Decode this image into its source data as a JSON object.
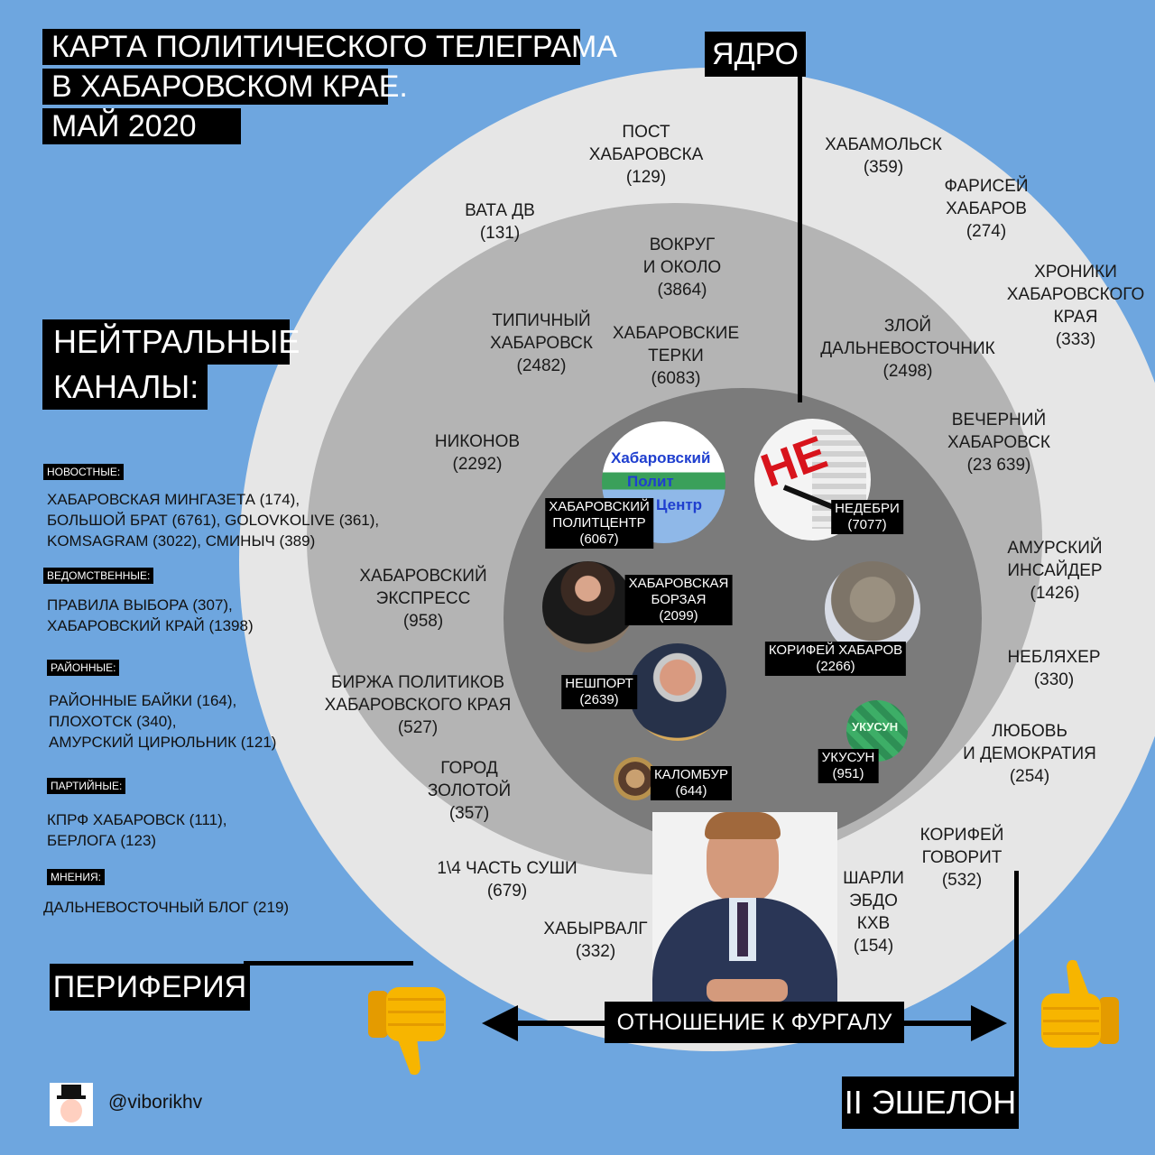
{
  "title": [
    "КАРТА ПОЛИТИЧЕСКОГО ТЕЛЕГРАМА",
    "В ХАБАРОВСКОМ КРАЕ.",
    "МАЙ 2020"
  ],
  "core_label": "ЯДРО",
  "second_echelon_label": "II ЭШЕЛОН",
  "periphery_label": "ПЕРИФЕРИЯ",
  "neutral_label": [
    "НЕЙТРАЛЬНЫЕ",
    "КАНАЛЫ:"
  ],
  "neutral_groups": [
    {
      "heading": "НОВОСТНЫЕ:",
      "lines": [
        "ХАБАРОВСКАЯ МИНГАЗЕТА (174),",
        "БОЛЬШОЙ БРАТ (6761), GOLOVKOLIVE (361),",
        "KOMSAGRAM (3022), СМИНЫЧ (389)"
      ]
    },
    {
      "heading": "ВЕДОМСТВЕННЫЕ:",
      "lines": [
        "ПРАВИЛА ВЫБОРА (307),",
        "ХАБАРОВСКИЙ КРАЙ (1398)"
      ]
    },
    {
      "heading": "РАЙОННЫЕ:",
      "lines": [
        "РАЙОННЫЕ БАЙКИ (164),",
        "ПЛОХОТСК (340),",
        "АМУРСКИЙ ЦИРЮЛЬНИК (121)"
      ]
    },
    {
      "heading": "ПАРТИЙНЫЕ:",
      "lines": [
        "КПРФ ХАБАРОВСК (111),",
        "БЕРЛОГА (123)"
      ]
    },
    {
      "heading": "МНЕНИЯ:",
      "lines": [
        "ДАЛЬНЕВОСТОЧНЫЙ БЛОГ (219)"
      ]
    }
  ],
  "periphery_channels": [
    {
      "lines": [
        "ПОСТ",
        "ХАБАРОВСКА",
        "(129)"
      ]
    },
    {
      "lines": [
        "ХАБАМОЛЬСК",
        "(359)"
      ]
    },
    {
      "lines": [
        "ФАРИСЕЙ",
        "ХАБАРОВ",
        "(274)"
      ]
    },
    {
      "lines": [
        "ХРОНИКИ",
        "ХАБАРОВСКОГО",
        "КРАЯ",
        "(333)"
      ]
    },
    {
      "lines": [
        "ВАТА ДВ",
        "(131)"
      ]
    }
  ],
  "echelon_channels": [
    {
      "lines": [
        "ВОКРУГ",
        "И ОКОЛО",
        "(3864)"
      ]
    },
    {
      "lines": [
        "ТИПИЧНЫЙ",
        "ХАБАРОВСК",
        "(2482)"
      ]
    },
    {
      "lines": [
        "ХАБАРОВСКИЕ",
        "ТЕРКИ",
        "(6083)"
      ]
    },
    {
      "lines": [
        "ЗЛОЙ",
        "ДАЛЬНЕВОСТОЧНИК",
        "(2498)"
      ]
    },
    {
      "lines": [
        "ВЕЧЕРНИЙ",
        "ХАБАРОВСК",
        "(23 639)"
      ]
    },
    {
      "lines": [
        "НИКОНОВ",
        "(2292)"
      ]
    },
    {
      "lines": [
        "АМУРСКИЙ",
        "ИНСАЙДЕР",
        "(1426)"
      ]
    },
    {
      "lines": [
        "ХАБАРОВСКИЙ",
        "ЭКСПРЕСС",
        "(958)"
      ]
    },
    {
      "lines": [
        "НЕБЛЯХЕР",
        "(330)"
      ]
    },
    {
      "lines": [
        "БИРЖА ПОЛИТИКОВ",
        "ХАБАРОВСКОГО КРАЯ",
        "(527)"
      ]
    },
    {
      "lines": [
        "ЛЮБОВЬ",
        "И ДЕМОКРАТИЯ",
        "(254)"
      ]
    },
    {
      "lines": [
        "ГОРОД",
        "ЗОЛОТОЙ",
        "(357)"
      ]
    },
    {
      "lines": [
        "КОРИФЕЙ",
        "ГОВОРИТ",
        "(532)"
      ]
    },
    {
      "lines": [
        "1\\4 ЧАСТЬ СУШИ",
        "(679)"
      ]
    },
    {
      "lines": [
        "ШАРЛИ",
        "ЭБДО",
        "КХВ",
        "(154)"
      ]
    },
    {
      "lines": [
        "ХАБЫРВАЛГ",
        "(332)"
      ]
    }
  ],
  "core_channels": [
    {
      "lines": [
        "ХАБАРОВСКИЙ",
        "ПОЛИТЦЕНТР",
        "(6067)"
      ],
      "logo_text": [
        "Хабаровский",
        "Полит",
        "Центр"
      ]
    },
    {
      "lines": [
        "НЕДЕБРИ",
        "(7077)"
      ],
      "logo_text": "НЕ"
    },
    {
      "lines": [
        "ХАБАРОВСКАЯ",
        "БОРЗАЯ",
        "(2099)"
      ]
    },
    {
      "lines": [
        "КОРИФЕЙ ХАБАРОВ",
        "(2266)"
      ]
    },
    {
      "lines": [
        "НЕШПОРТ",
        "(2639)"
      ]
    },
    {
      "lines": [
        "УКУСУН",
        "(951)"
      ],
      "logo_text": "УКУСУН"
    },
    {
      "lines": [
        "КАЛОМБУР",
        "(644)"
      ]
    }
  ],
  "axis_label": "ОТНОШЕНИЕ К ФУРГАЛУ",
  "author": "@viborikhv",
  "colors": {
    "background": "#6ea6df",
    "outer_ring": "#e6e6e6",
    "middle_ring": "#b4b4b4",
    "core": "#7b7b7b",
    "label_bg": "#000000",
    "thumb": "#f5b400"
  },
  "icons": [
    "thumbs-down-icon",
    "thumbs-up-icon",
    "left-arrow-icon",
    "right-arrow-icon",
    "author-avatar"
  ]
}
